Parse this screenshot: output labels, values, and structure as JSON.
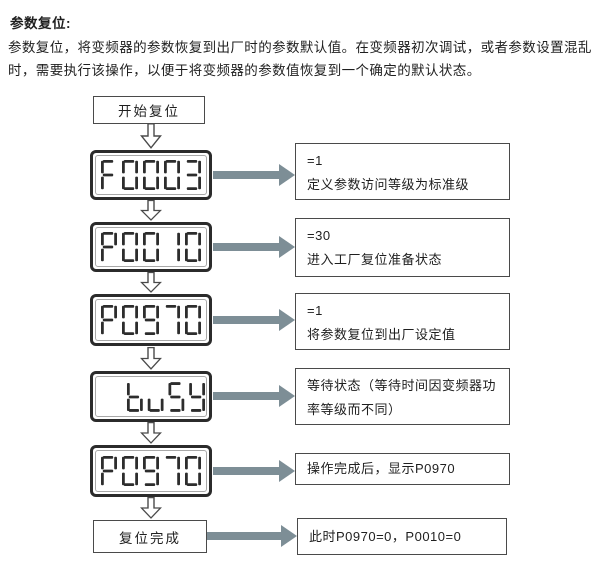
{
  "page": {
    "title": "参数复位:",
    "intro": "参数复位，将变频器的参数恢复到出厂时的参数默认值。在变频器初次调试，或者参数设置混乱时，需要执行该操作，以便于将变频器的参数值恢复到一个确定的默认状态。"
  },
  "colors": {
    "arrow": "#7d8e96",
    "segment": "#2d2d2d",
    "box_border": "#4a4a4a"
  },
  "flow": {
    "start_label": "开始复位",
    "end_label": "复位完成",
    "end_note": "此时P0970=0，P0010=0",
    "steps": [
      {
        "display": "F0003",
        "value": "=1",
        "desc": "定义参数访问等级为标准级"
      },
      {
        "display": "P0010",
        "value": "=30",
        "desc": "进入工厂复位准备状态"
      },
      {
        "display": "P0970",
        "value": "=1",
        "desc": "将参数复位到出厂设定值"
      },
      {
        "display": "buSY",
        "desc": "等待状态（等待时间因变频器功率等级而不同）"
      },
      {
        "display": "P0970",
        "desc": "操作完成后，显示P0970"
      }
    ]
  }
}
